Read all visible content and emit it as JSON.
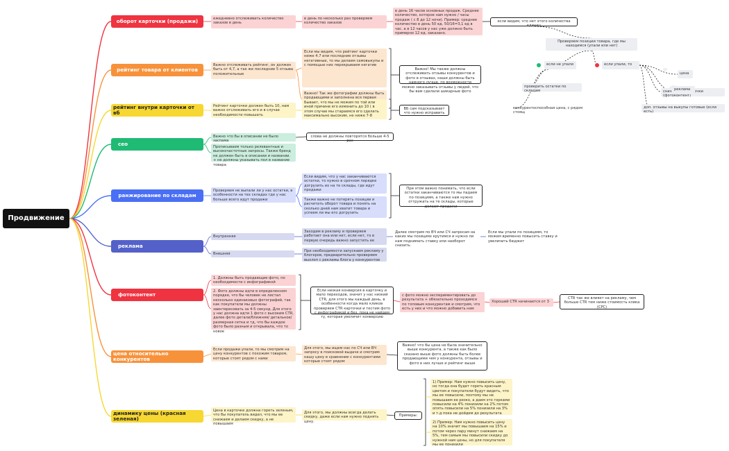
{
  "root": "Продвижение",
  "colors": {
    "red": "#ef3340",
    "orange": "#f7923b",
    "yellow": "#f7d731",
    "green": "#1fba74",
    "blue": "#4a6ff5",
    "indigo": "#5361c9",
    "redLight": "#fbd3d4",
    "orangeLight": "#fde6cf",
    "yellowLight": "#fdf4c7",
    "greenLight": "#cbeede",
    "blueLight": "#d7ddfb",
    "indigoLight": "#d6d9f0",
    "gray": "#eceef2"
  },
  "nodes": {
    "turnover": "оборот карточки (продажи)",
    "turnover_1": "ежедневно отслеживать количество заказов в день",
    "turnover_2": "в день по несколько раз проверяем количество заказов",
    "turnover_3": "в день 16 часов основных продаж. Среднее количество, которое нам нужно / часы продаж ( с 8 до 12 ночи). Пример: среднее количество в день 50 ед. 50/16=3,1 ед в час. а в 12 часов у нас уже должно быть примерно 12 ед. заказано.",
    "turnover_4": "если видим, что нет этого количества единиц",
    "turnover_5": "Проверяем позиции товара, где мы находимся (упали или нет)",
    "not_dropped": "если не упали",
    "dropped": "если упали, то",
    "check_stock": "проверить остатки по складам",
    "competitive_price": "конкурентоспособная цена, с рядом стоящ",
    "price": "цена",
    "ctr_photo": "сначала ctr карточки (фотоконтент)",
    "ads": "реклама",
    "extra_reviews": "доп. отзывы на выкупы готовые (если есть)",
    "rating": "рейтинг товара от клиентов",
    "rating_1": "Важно отслеживать рейтинг, он должен быть от 4,7, а так же последние 5 отзыва положительные",
    "rating_2": "Если мы видим, что рейтинг карточки ниже 4.7 или последние отзывы негативные, то мы делаем самовыкупы и с помощью них перекрываем негатив",
    "rating_3": "Важно! Так же фотографии должны быть продающими и заполнена вся первая страница",
    "rating_4": "Важно! Мы также должны отслеживать отзывы конкурентов и фото в отзывах, наши должны быть намного лучше, по возможности можно заказывать отзывы у людей, что бы вам сделали шикарные фото",
    "wb_rating": "рейтинг внутри карточки от вб",
    "wb_rating_1": "Рейтинг карточки должен быть 10, нам важно отслеживать его и в случае необходимости повышать",
    "wb_rating_2": "Бывает, что мы не можем по той или иной причине его изменить до 10 ( в этом случае мы стараемся его сделать максимально высоким, не ниже 7-8",
    "wb_rating_3": "ВБ сам подсказывает что нужно исправить",
    "seo": "сео",
    "seo_1": "Важно что бы в описании не было заспама",
    "seo_2": "Прописываем только релевантные и высокочастотные запросы. Также бренд не должен быть в описании и названии. + не должны указывать пол в название товара",
    "seo_3": "слова не должны повторятся больше 4-5 раз",
    "warehouse": "ранжирование по складам",
    "warehouse_1": "Проверяем не выпали ли у нас остатки, в особенности на тех складах где у нас больше всего идут продажи",
    "warehouse_2": "Если видим, что у нас заканчиваются остатки, то нужно в срочном порядке догрузить их на те склады, где идут продажи",
    "warehouse_3": "Также важно не потерять позиции и расчитать оборот товара и понять на сколько дней нам хватит товара и успеем ли мы его догрузить",
    "warehouse_4": "При этом важно понимать, что если остатки заканчиваются то мы падаем по позициям, а также нам нужно отгружать на те склады, которые делают продажи",
    "advertising": "реклама",
    "adv_internal": "Внутренняя",
    "adv_internal_1": "Заходим в рекламу и проверяем работает она или нет, если нет, то в первую очередь важно запустить ее",
    "adv_internal_2": "Далее смотрим по ВЧ или СЧ запросам на каких мы позициях крутимся и нужно ли нам поднимать ставку или наоборот снизить",
    "adv_internal_3": "Если мы упали по позициям, то можем временно повысить ставку и увеличить бюджет",
    "adv_external": "Внешняя",
    "adv_external_1": "При необходимости запускаем рекламу у блогеров, предварительно проверяем выхлоп с рекламы блога у конкурентов",
    "photo": "фотоконтент",
    "photo_1": "1. Должны быть продающие фото, по необходимости с инфографикой",
    "photo_2": "2. Фото должны идти в определенном порядке, что бы человек не листал несколько одинаковых фотографий, так как покупатели мы должны заинтересовать за 4-5 секунд. Для этого у нас должна идти 1 фото с высоким CTR, далее фото детали/ближняя/ детальное/ размерная сетка и тд, что бы каждое фото было разным и открывала, что то новое",
    "photo_3": "Если низкая конверсия в карточку и мало переходов, значит у нас низкий CTR, для этого мы каждый день, в особенности когда мало кликов проверяем CTR карточки и тестим фото с инфографикой и без, пока не найдем ту, которая увеличит конверсию",
    "photo_4": "с фото можно экспериментировать до результата + обязательно проходимся по топовым конкурентам и смотрим, что есть у них и что можно добавить нам",
    "photo_5": "Хороший CTR начинается от 3",
    "photo_6": "CTR так же влияет на рекламу, чем больше CTR тем ниже стоимость клика (CPC)",
    "competitors": "цена относительно конкурентов",
    "competitors_1": "Если продажи упали, то мы смотрим на цену конкурентов с похожим товаром, которые стоят рядом с нами",
    "competitors_2": "Для этого, мы ищем нас по СЧ или ВЧ запросу в поисковой выдаче и смотрим нашу цену в сравнение с конкурентами которые стоят рядом",
    "competitors_3": "Важно! что бы цена не была значительно выше конкурента, а также как было сказано выше фото должны быть более продающими чем у конкурента, отзывы и фото в них лучше и рейтинг выше",
    "dynamics": "динамику цены (красная зеленая)",
    "dynamics_1": "Цена в карточке должна гореть зеленым, что бы покупатель видел, что мы ее снижаем и делаем скидку, а не повышаем",
    "dynamics_2": "Для этого, мы должны всегда делать скидку, даже если нам нужно поднять цену.",
    "dynamics_3": "Примеры:",
    "dynamics_4": "1) Пример: Нам нужно повысить цену, но тогда она будет гореть красным цветом и покупатели будут видеть, что мы ее повысили, поэтому мы не повышаем ее резко, а даем это горками повысили на 4% понизили на 2% потом опять повысили на 5% понизили на 3% и т.д пока не дойдем до результата",
    "dynamics_5": "2) Пример: Нам нужно повысить цену на 10% значит мы повышаем на 15% и потом через пару минут снижаем на 5%, тем самым мы повысили скидку до нужной нам цены, но для покупателя мы ее понизили"
  }
}
